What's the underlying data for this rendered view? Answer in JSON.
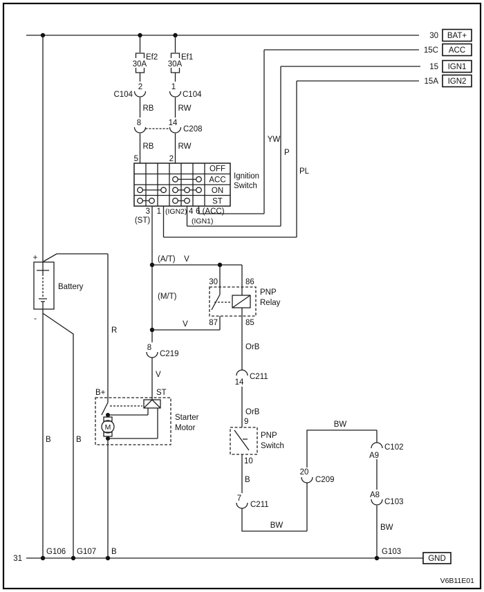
{
  "footer": {
    "code": "V6B11E01"
  },
  "terminals": [
    {
      "pin": "30",
      "name": "BAT+"
    },
    {
      "pin": "15C",
      "name": "ACC"
    },
    {
      "pin": "15",
      "name": "IGN1"
    },
    {
      "pin": "15A",
      "name": "IGN2"
    }
  ],
  "fuses": [
    {
      "id": "Ef2",
      "rating": "30A"
    },
    {
      "id": "Ef1",
      "rating": "30A"
    }
  ],
  "connectors": {
    "c104_left": {
      "pin": "2",
      "name": "C104"
    },
    "c104_right": {
      "pin": "1",
      "name": "C104"
    },
    "c208": {
      "pin_left": "8",
      "pin_right": "14",
      "name": "C208"
    },
    "c219": {
      "pin": "8",
      "name": "C219"
    },
    "c211_upper": {
      "pin": "14",
      "name": "C211"
    },
    "c211_lower": {
      "pin": "7",
      "name": "C211"
    },
    "c209": {
      "pin": "20",
      "name": "C209"
    },
    "c102": {
      "pin": "A9",
      "name": "C102"
    },
    "c103": {
      "pin": "A8",
      "name": "C103"
    }
  },
  "wire_labels": {
    "rb_upper": "RB",
    "rw_upper": "RW",
    "rb_lower": "RB",
    "rw_lower": "RW",
    "yw": "YW",
    "p": "P",
    "pl": "PL",
    "v_at": "V",
    "v_mt": "V",
    "v_c219": "V",
    "r": "R",
    "b_batt1": "B",
    "b_batt2": "B",
    "b_starter": "B",
    "b_pnp": "B",
    "orb_upper": "OrB",
    "orb_lower": "OrB",
    "bw_bottom": "BW",
    "bw_top": "BW",
    "bw_right": "BW"
  },
  "ignition_switch": {
    "name_line1": "Ignition",
    "name_line2": "Switch",
    "rows": [
      "OFF",
      "ACC",
      "ON",
      "ST"
    ],
    "contacts": {
      "OFF": [],
      "ACC": [
        [
          4,
          6
        ]
      ],
      "ON": [
        [
          1,
          3
        ],
        [
          4,
          5,
          6
        ]
      ],
      "ST": [
        [
          1,
          2
        ],
        [
          4,
          5
        ]
      ]
    },
    "top_pins": [
      "5",
      "2"
    ],
    "bottom_pins": {
      "p3": "3",
      "p3_fn": "(ST)",
      "p1": "1",
      "p1_fn": "(IGN2)",
      "p4": "4",
      "p4_fn": "(IGN1)",
      "p6": "6 (ACC)"
    }
  },
  "relay": {
    "name_line1": "PNP",
    "name_line2": "Relay",
    "pins": {
      "p30": "30",
      "p86": "86",
      "p87": "87",
      "p85": "85"
    }
  },
  "pnp_switch": {
    "name_line1": "PNP",
    "name_line2": "Switch",
    "pin_top": "9",
    "pin_bottom": "10"
  },
  "battery": {
    "label": "Battery",
    "plus": "+",
    "minus": "-"
  },
  "starter": {
    "label_line1": "Starter",
    "label_line2": "Motor",
    "b_plus": "B+",
    "st": "ST",
    "motor_symbol": "M"
  },
  "transmission": {
    "at": "(A/T)",
    "mt": "(M/T)"
  },
  "grounds": {
    "g31": "31",
    "g106": "G106",
    "g107": "G107",
    "g103": "G103",
    "gnd": "GND"
  }
}
